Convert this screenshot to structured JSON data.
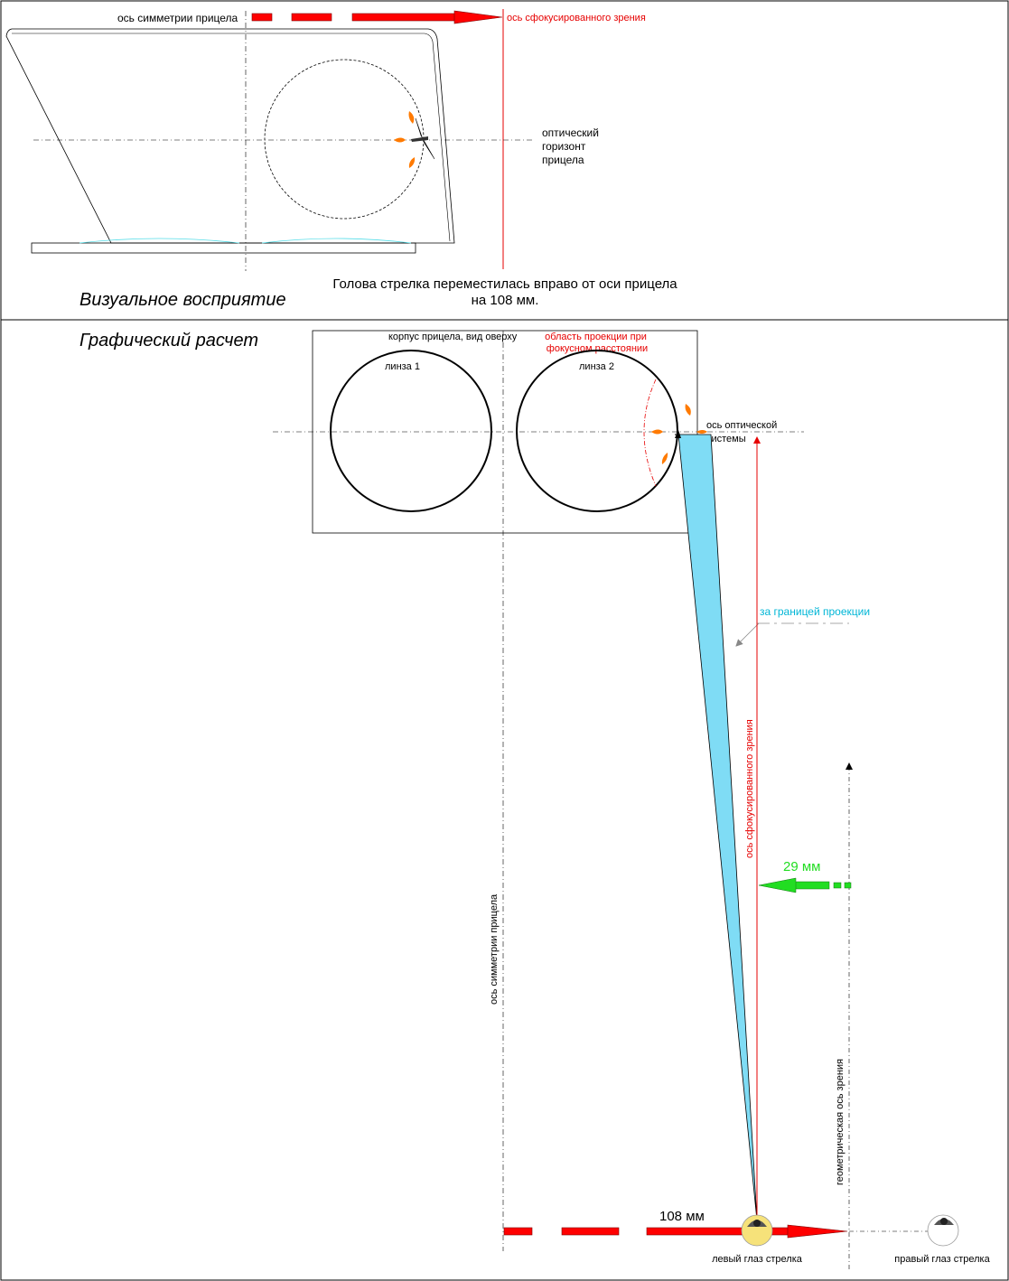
{
  "top_panel": {
    "symmetry_axis_label": "ось симметрии прицела",
    "focused_axis_label": "ось сфокусированного  зрения",
    "optical_horizon_label": [
      "оптический",
      "горизонт",
      "прицела"
    ],
    "caption_line1": "Голова стрелка переместилась вправо от оси прицела",
    "caption_line2": "на 108 мм.",
    "section_title": "Визуальное восприятие"
  },
  "bottom_panel": {
    "section_title": "Графический расчет",
    "body_label": "корпус прицела, вид оверху",
    "projection_label_line1": "область проекции при",
    "projection_label_line2": "фокусном расстоянии",
    "lens1_label": "линза 1",
    "lens2_label": "линза 2",
    "optical_axis_label_line1": "ось оптической",
    "optical_axis_label_line2": "системы",
    "beyond_projection_label": "за границей проекции",
    "focused_axis_label": "ось сфокусированного  зрения",
    "offset_29_label": "29 мм",
    "symmetry_axis_label": "ось симметрии прицела",
    "geometric_axis_label": "геометрическая ось зрения",
    "offset_108_label": "108 мм",
    "left_eye_label": "левый глаз стрелка",
    "right_eye_label": "правый глаз стрелка"
  },
  "colors": {
    "accent_red": "#e60000",
    "arrow_red": "#ff0000",
    "projection_cyan": "#7fdcf5",
    "cyan_text": "#00b6d6",
    "green": "#22dd22",
    "orange": "#ff7a00",
    "eye_yellow": "#f6e27a"
  },
  "icons": [
    "arrow-right-icon",
    "arrow-left-icon",
    "arrow-up-icon",
    "eye-icon",
    "reticle-icon"
  ]
}
